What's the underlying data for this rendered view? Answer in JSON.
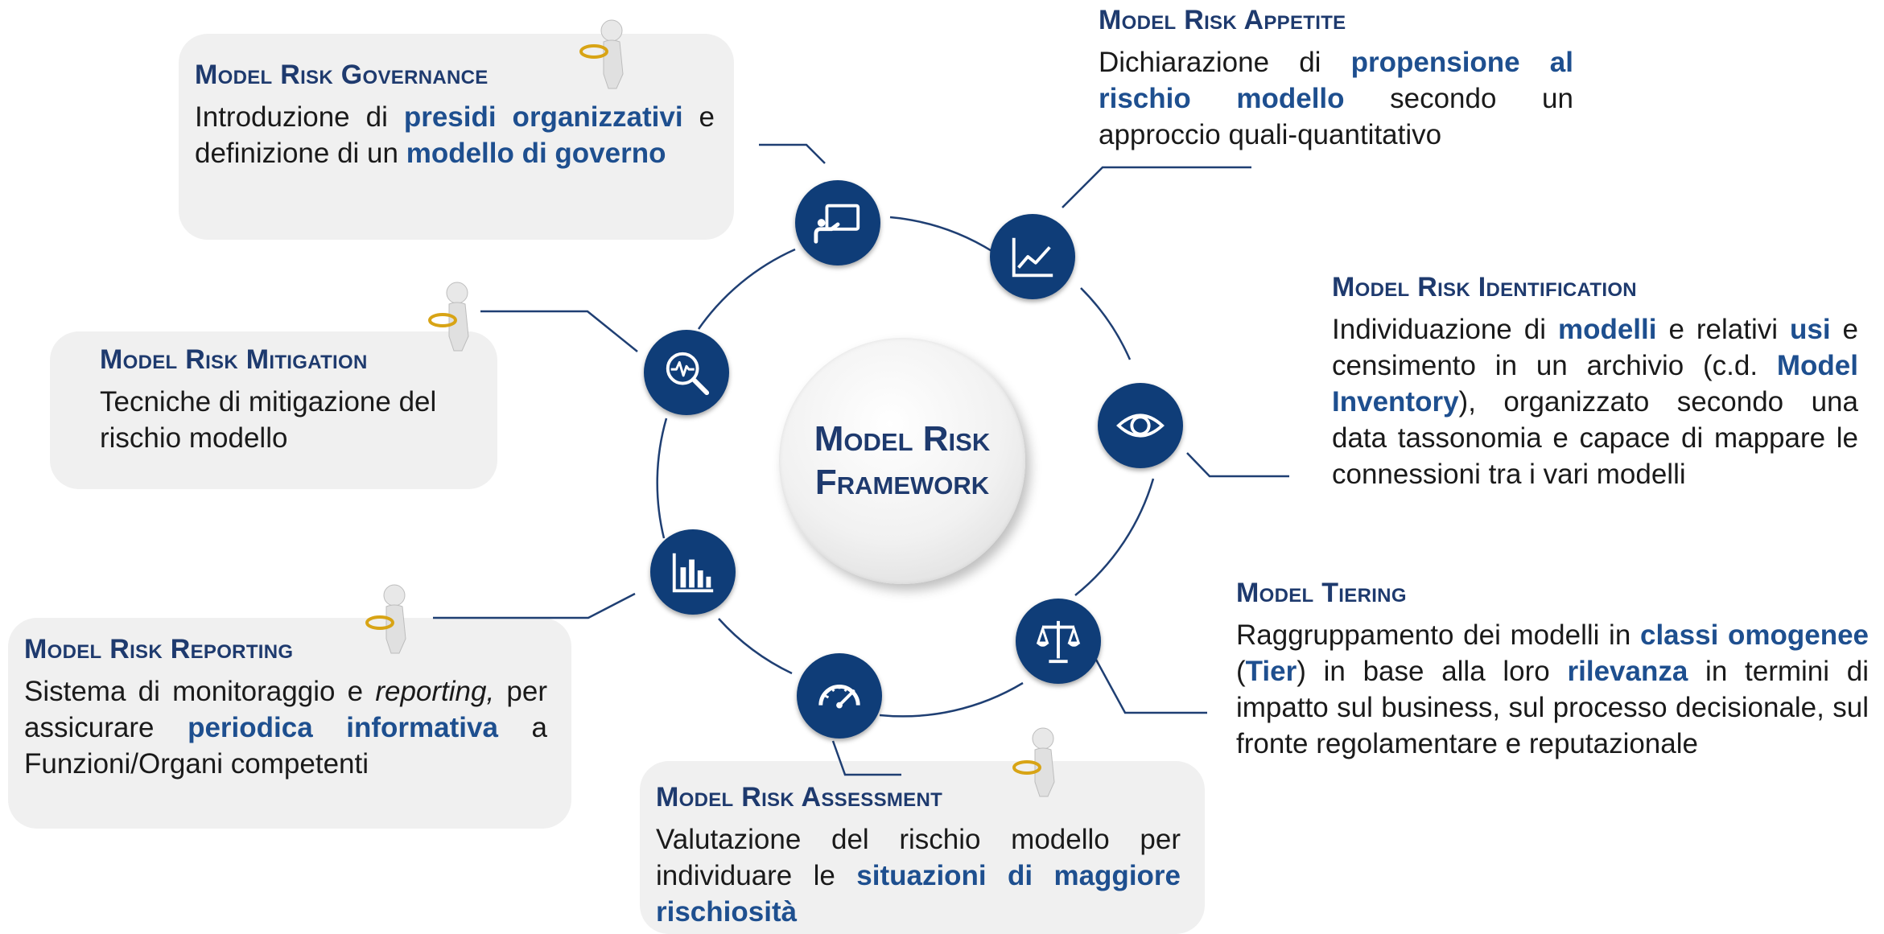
{
  "center": {
    "line1": "Model Risk",
    "line2": "Framework"
  },
  "governance": {
    "title": "Model Risk Governance",
    "d1": "Introduzione di ",
    "b1": "presidi organizzativi",
    "d2": " e definizione di un ",
    "b2": "modello di governo"
  },
  "appetite": {
    "title": "Model Risk Appetite",
    "d1": "Dichiarazione di ",
    "b1": "propensione al rischio modello",
    "d2": " secondo un approccio quali-quantitativo"
  },
  "identification": {
    "title": "Model Risk Identification",
    "d1": "Individuazione di ",
    "b1": "modelli",
    "d2": " e relativi ",
    "b2": "usi",
    "d3": " e censimento in un archivio (c.d. ",
    "b3": "Model Inventory",
    "d4": "), organizzato secondo una data tassonomia e capace di mappare le connessioni tra i vari modelli"
  },
  "mitigation": {
    "title": "Model Risk Mitigation",
    "d1": "Tecniche di mitigazione del rischio modello"
  },
  "tiering": {
    "title": "Model Tiering",
    "d1": "Raggruppamento dei modelli in ",
    "b1": "classi omogenee",
    "d2": " (",
    "b2": "Tier",
    "d3": ") in base alla loro ",
    "b3": "rilevanza",
    "d4": " in termini di impatto sul business, sul processo decisionale, sul fronte regolamentare e reputazionale"
  },
  "reporting": {
    "title": "Model Risk Reporting",
    "d1": "Sistema di monitoraggio e ",
    "i1": "reporting,",
    "d2": " per assicurare ",
    "b1": "periodica informativa",
    "d3": " a Funzioni/Organi competenti"
  },
  "assessment": {
    "title": "Model Risk Assessment",
    "d1": "Valutazione del rischio modello per individuare le ",
    "b1": "situazioni di maggiore rischiosità"
  },
  "colors": {
    "accent": "#0f3d78",
    "title": "#1e3a6e",
    "box": "#f0f0f0"
  },
  "icons": [
    "presentation-icon",
    "line-chart-icon",
    "eye-icon",
    "scales-icon",
    "speedometer-icon",
    "bar-chart-icon",
    "magnifier-pulse-icon"
  ]
}
